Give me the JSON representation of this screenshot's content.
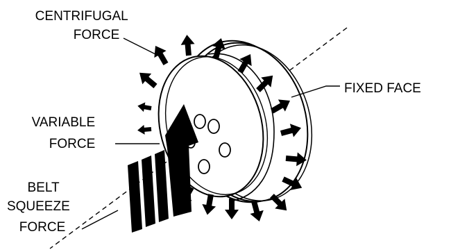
{
  "labels": {
    "centrifugal_line1": "CENTRIFUGAL",
    "centrifugal_line2": "FORCE",
    "fixed_face": "FIXED FACE",
    "variable_line1": "VARIABLE",
    "variable_line2": "FORCE",
    "belt_line1": "BELT",
    "belt_line2": "SQUEEZE",
    "belt_line3": "FORCE"
  },
  "colors": {
    "ink": "#000000",
    "paper": "#ffffff"
  },
  "icons": [
    "radial-arrow-icon",
    "belt-squeeze-arrow-icon"
  ]
}
